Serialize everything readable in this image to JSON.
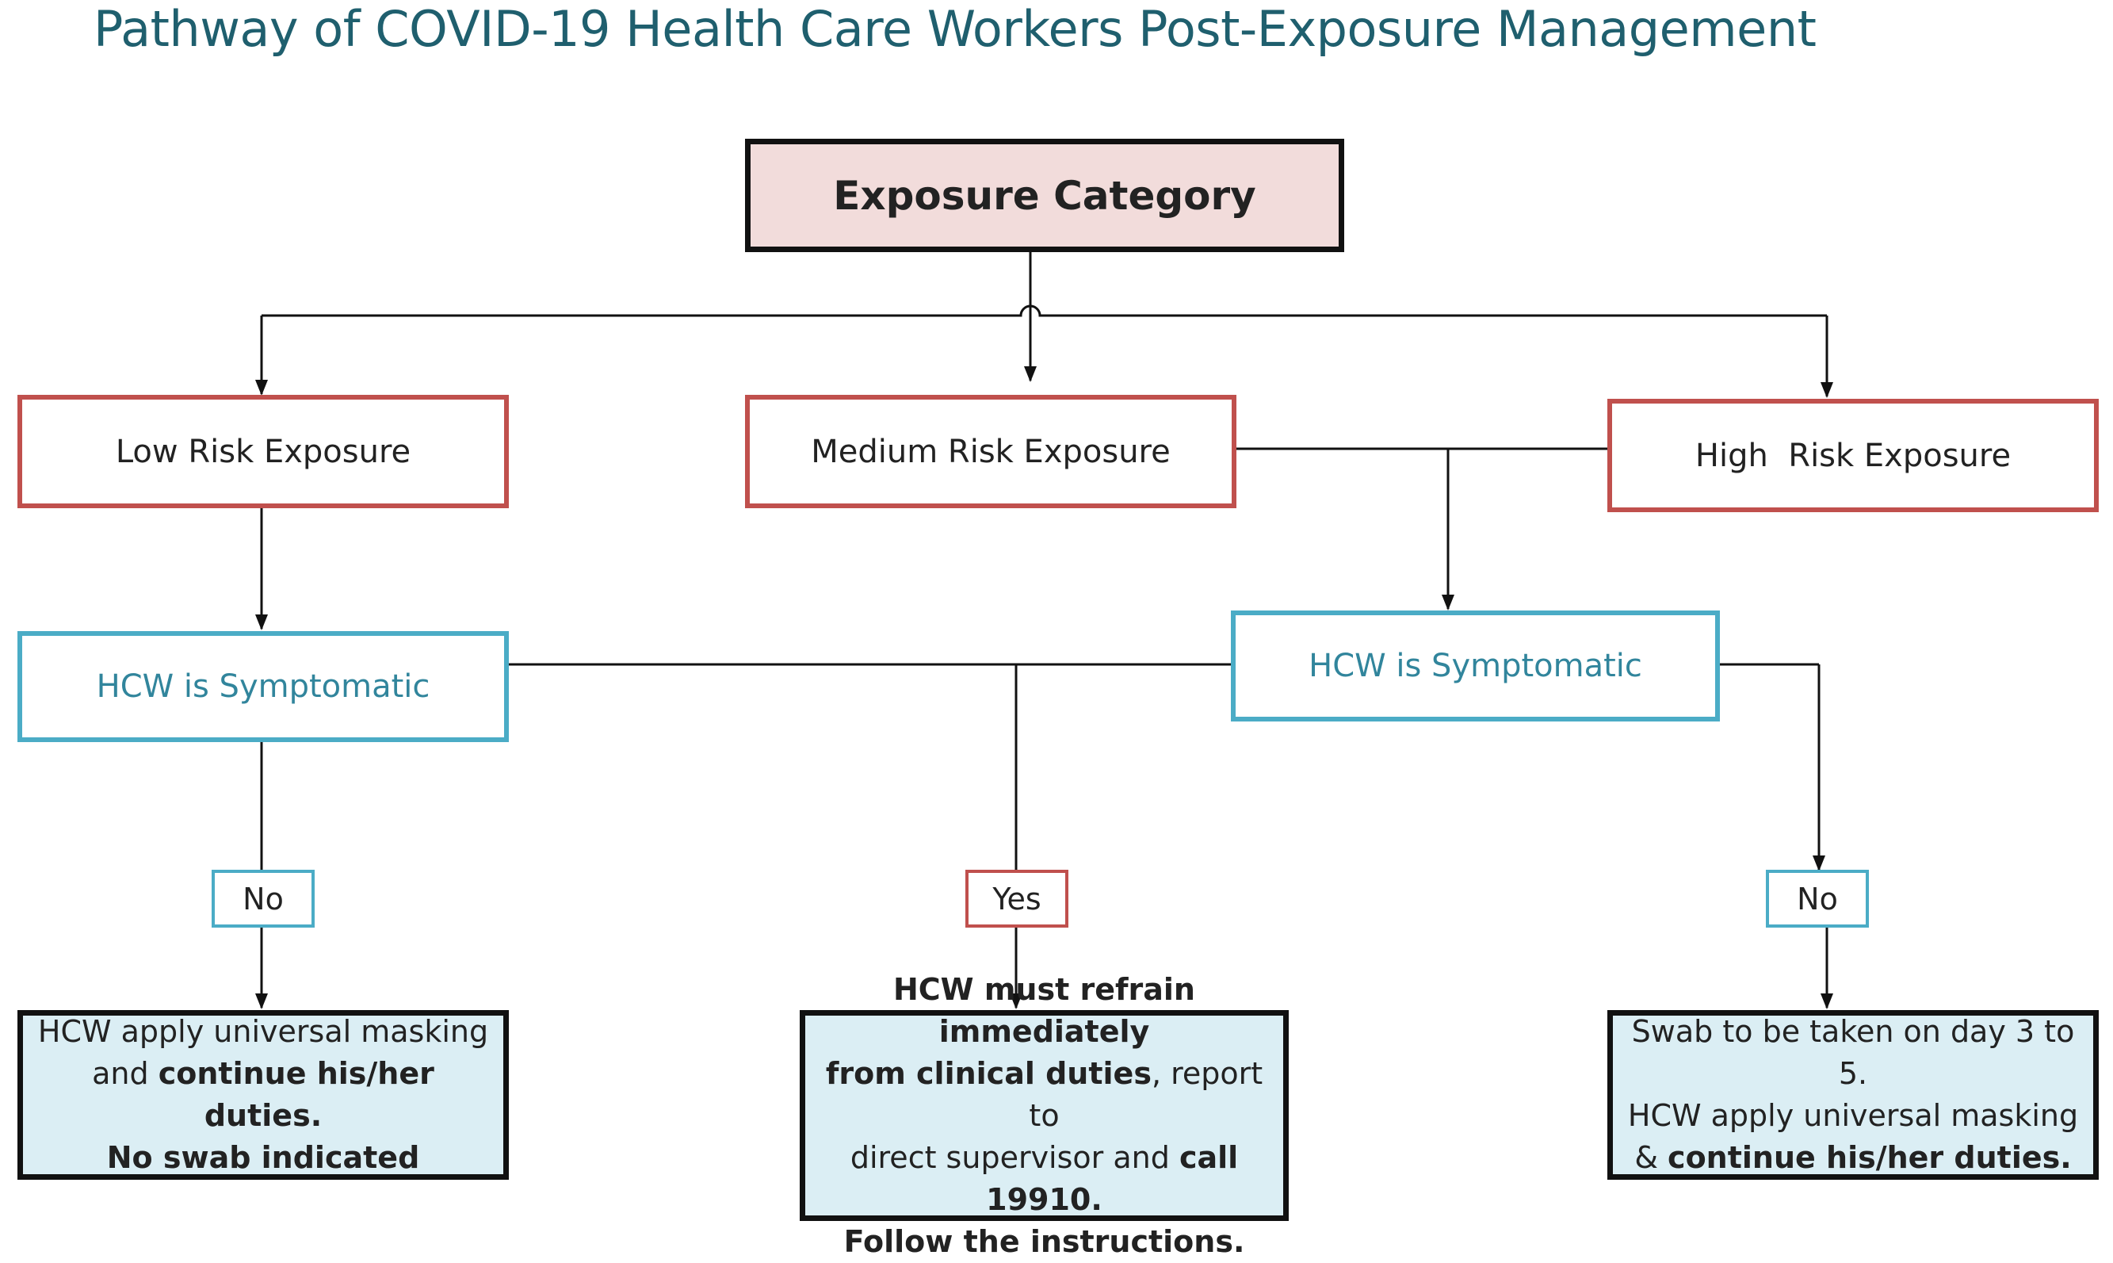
{
  "title": "Pathway of COVID-19 Health Care Workers Post-Exposure Management",
  "root": {
    "label": "Exposure Category"
  },
  "risk": {
    "low": "Low Risk Exposure",
    "medium": "Medium Risk Exposure",
    "high": "High  Risk Exposure"
  },
  "symptomatic": {
    "left": "HCW is Symptomatic",
    "right": "HCW is Symptomatic"
  },
  "answers": {
    "left": "No",
    "middle": "Yes",
    "right": "No"
  },
  "outcomes": {
    "left": {
      "line1": "HCW apply universal masking",
      "line2_a": "and ",
      "line2_b": "continue his/her duties.",
      "line3": "No swab indicated"
    },
    "middle": {
      "line1": "HCW must refrain immediately",
      "line2_a": "from clinical duties",
      "line2_b": ", report to",
      "line3_a": "direct supervisor and ",
      "line3_b": "call 19910.",
      "line4": "Follow the instructions."
    },
    "right": {
      "line1": "Swab to be taken on day 3 to 5.",
      "line2": "HCW apply universal masking",
      "line3_a": "& ",
      "line3_b": "continue his/her duties."
    }
  },
  "colors": {
    "title": "#1f5f6e",
    "risk_border": "#c0504d",
    "symptomatic_border": "#4bacc6",
    "root_fill": "#f2dcdb",
    "outcome_fill": "#dbeef4"
  }
}
